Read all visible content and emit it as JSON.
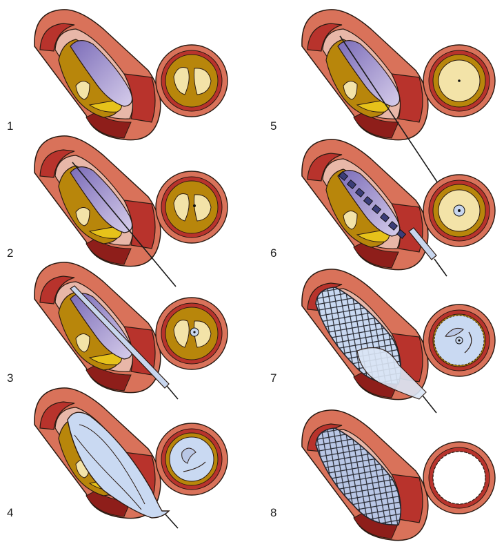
{
  "steps": [
    {
      "number": "1",
      "stage": "plaque"
    },
    {
      "number": "2",
      "stage": "guidewire"
    },
    {
      "number": "3",
      "stage": "catheter"
    },
    {
      "number": "4",
      "stage": "balloon"
    },
    {
      "number": "5",
      "stage": "guidewire"
    },
    {
      "number": "6",
      "stage": "crimped-stent"
    },
    {
      "number": "7",
      "stage": "stent-balloon"
    },
    {
      "number": "8",
      "stage": "deployed-stent"
    }
  ],
  "colors": {
    "vessel_outer": "#d9725a",
    "vessel_band": "#b8332c",
    "vessel_dark": "#8e1e1a",
    "intima": "#e8b7a8",
    "plaque": "#b8860b",
    "plaque_light": "#f3e3a8",
    "plaque_yellow": "#e6c21a",
    "lumen_purple": "#8e7fc4",
    "balloon": "#c9d9f2",
    "stent": "#24262e",
    "outline": "#2a1a12"
  }
}
